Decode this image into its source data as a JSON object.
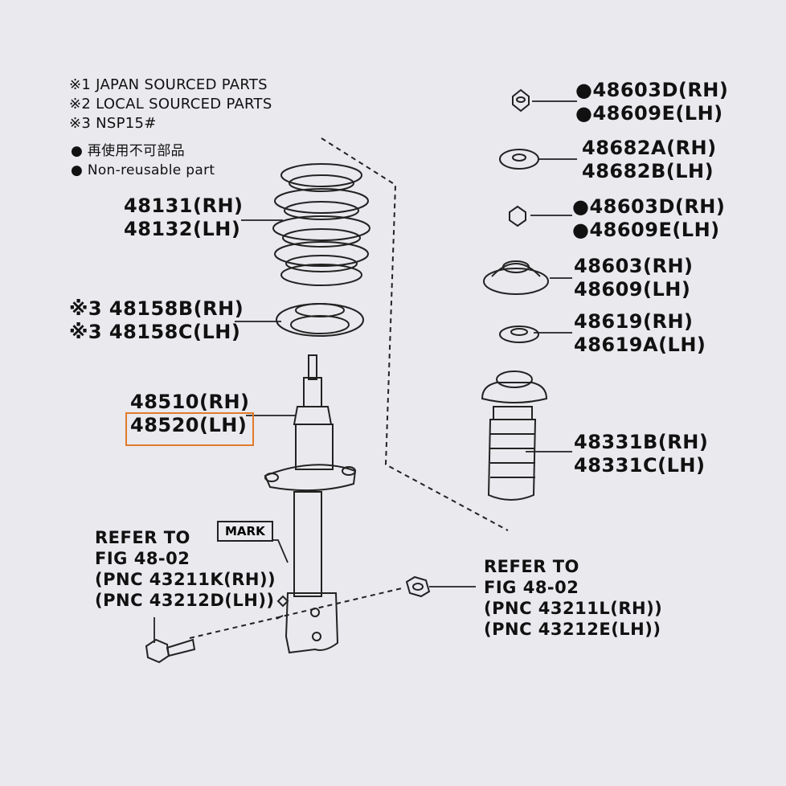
{
  "legend": {
    "lines": [
      "※1 JAPAN SOURCED PARTS",
      "※2 LOCAL SOURCED PARTS",
      "※3 NSP15#"
    ],
    "nonreusable_jp": "● 再使用不可部品",
    "nonreusable_en": "● Non-reusable part"
  },
  "callouts": {
    "spring": [
      "48131(RH)",
      "48132(LH)"
    ],
    "insulator": [
      "※3 48158B(RH)",
      "※3 48158C(LH)"
    ],
    "absorber": [
      "48510(RH)",
      "48520(LH)"
    ],
    "nut_top": [
      "●48603D(RH)",
      "●48609E(LH)"
    ],
    "washer": [
      "48682A(RH)",
      "48682B(LH)"
    ],
    "nut_mid": [
      "●48603D(RH)",
      "●48609E(LH)"
    ],
    "support": [
      "48603(RH)",
      "48609(LH)"
    ],
    "seat": [
      "48619(RH)",
      "48619A(LH)"
    ],
    "bumper": [
      "48331B(RH)",
      "48331C(LH)"
    ],
    "refer_left": [
      "REFER TO",
      "FIG 48-02",
      "(PNC 43211K(RH))",
      "(PNC 43212D(LH))"
    ],
    "refer_right": [
      "REFER TO",
      "FIG 48-02",
      "(PNC 43211L(RH))",
      "(PNC 43212E(LH))"
    ],
    "mark": "MARK"
  },
  "colors": {
    "highlight": "#e07b2a",
    "ink": "#222222",
    "background": "#e9e9ee"
  }
}
